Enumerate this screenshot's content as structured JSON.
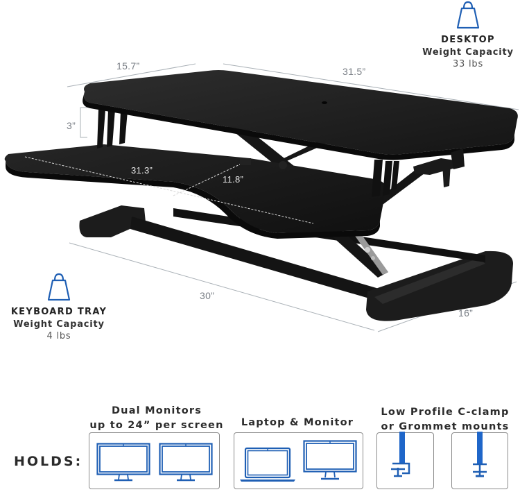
{
  "desktop_capacity": {
    "icon": "weight-icon",
    "title": "DESKTOP",
    "subtitle": "Weight Capacity",
    "value": "33 lbs"
  },
  "keyboard_capacity": {
    "icon": "weight-icon",
    "title": "KEYBOARD TRAY",
    "subtitle": "Weight Capacity",
    "value": "4 lbs"
  },
  "dimensions": {
    "desktop_depth": "15.7”",
    "desktop_width": "31.5”",
    "min_height": "3”",
    "tray_width": "31.3”",
    "tray_depth": "11.8”",
    "base_length": "30”",
    "base_depth": "16”"
  },
  "holds": {
    "label": "HOLDS:",
    "options": [
      {
        "title_line1": "Dual Monitors",
        "title_line2": "up to 24” per screen",
        "icons": [
          "monitor-icon",
          "monitor-icon"
        ]
      },
      {
        "title_line1": "Laptop & Monitor",
        "icons": [
          "laptop-icon",
          "monitor-icon"
        ]
      },
      {
        "title_line1": "Low Profile C-clamp",
        "title_line2": "or Grommet mounts",
        "icons": [
          "c-clamp-icon",
          "grommet-icon"
        ]
      }
    ]
  },
  "colors": {
    "icon_blue": "#1f5fb4",
    "desk_black": "#1a1a1a",
    "dimension_gray": "#7a7f86"
  }
}
